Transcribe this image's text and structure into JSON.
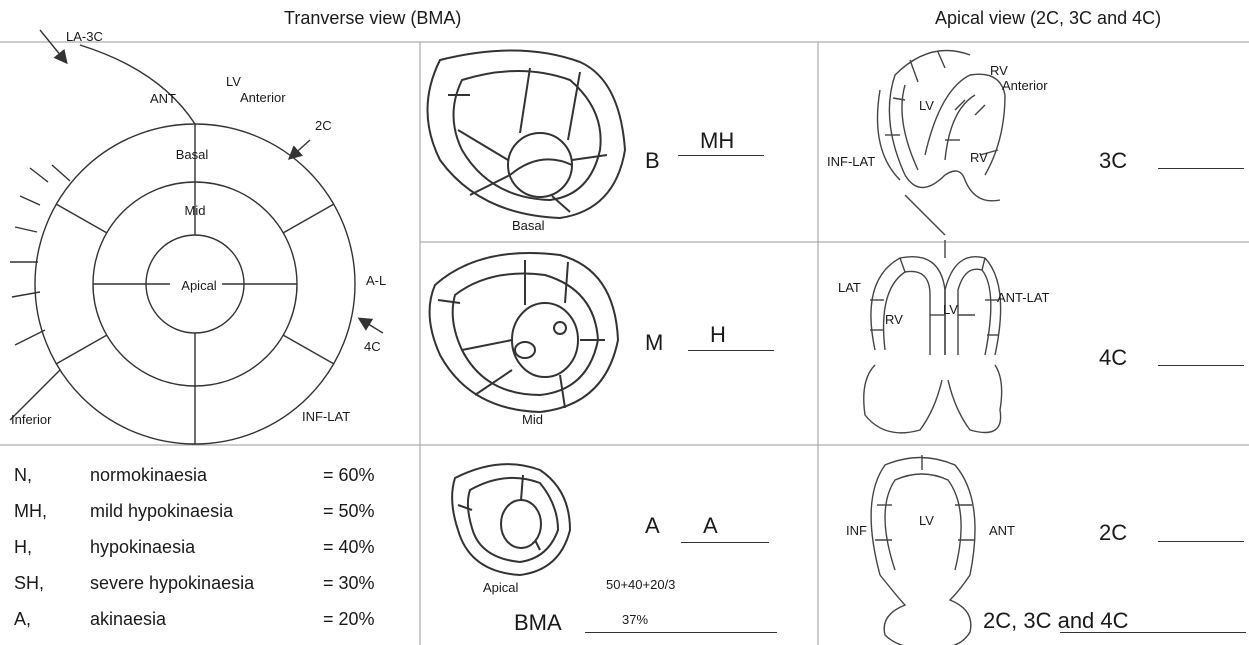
{
  "headers": {
    "transverse": "Tranverse view (BMA)",
    "apical": "Apical view (2C, 3C and 4C)"
  },
  "bullseye": {
    "ring_labels": {
      "basal": "Basal",
      "mid": "Mid",
      "apical": "Apical"
    },
    "wall_labels": {
      "ant": "ANT",
      "lv_anterior_1": "LV",
      "lv_anterior_2": "Anterior",
      "al": "A-L",
      "inf_lat": "INF-LAT",
      "inferior": "Inferior"
    },
    "view_markers": {
      "la3c": "LA-3C",
      "c2": "2C",
      "c4": "4C"
    }
  },
  "short_axis": [
    {
      "caption": "Basal",
      "letter": "B",
      "score": "MH"
    },
    {
      "caption": "Mid",
      "letter": "M",
      "score": "H"
    },
    {
      "caption": "Apical",
      "letter": "A",
      "score": "A"
    }
  ],
  "calculation": {
    "formula": "50+40+20/3",
    "label": "BMA",
    "result": "37%"
  },
  "legend": [
    {
      "code": "N,",
      "desc": "normokinaesia",
      "value": "= 60%"
    },
    {
      "code": "MH,",
      "desc": "mild hypokinaesia",
      "value": "= 50%"
    },
    {
      "code": "H,",
      "desc": "hypokinaesia",
      "value": "= 40%"
    },
    {
      "code": "SH,",
      "desc": "severe hypokinaesia",
      "value": "= 30%"
    },
    {
      "code": "A,",
      "desc": "akinaesia",
      "value": "= 20%"
    }
  ],
  "apical_views": {
    "c3": {
      "view": "3C",
      "labels": {
        "rv_top": "RV",
        "anterior": "Anterior",
        "lv": "LV",
        "inf_lat": "INF-LAT",
        "rv": "RV"
      }
    },
    "c4": {
      "view": "4C",
      "labels": {
        "lat": "LAT",
        "rv": "RV",
        "lv": "LV",
        "ant_lat": "ANT-LAT"
      }
    },
    "c2": {
      "view": "2C",
      "labels": {
        "inf": "INF",
        "lv": "LV",
        "ant": "ANT"
      }
    },
    "combined": "2C, 3C and 4C"
  }
}
